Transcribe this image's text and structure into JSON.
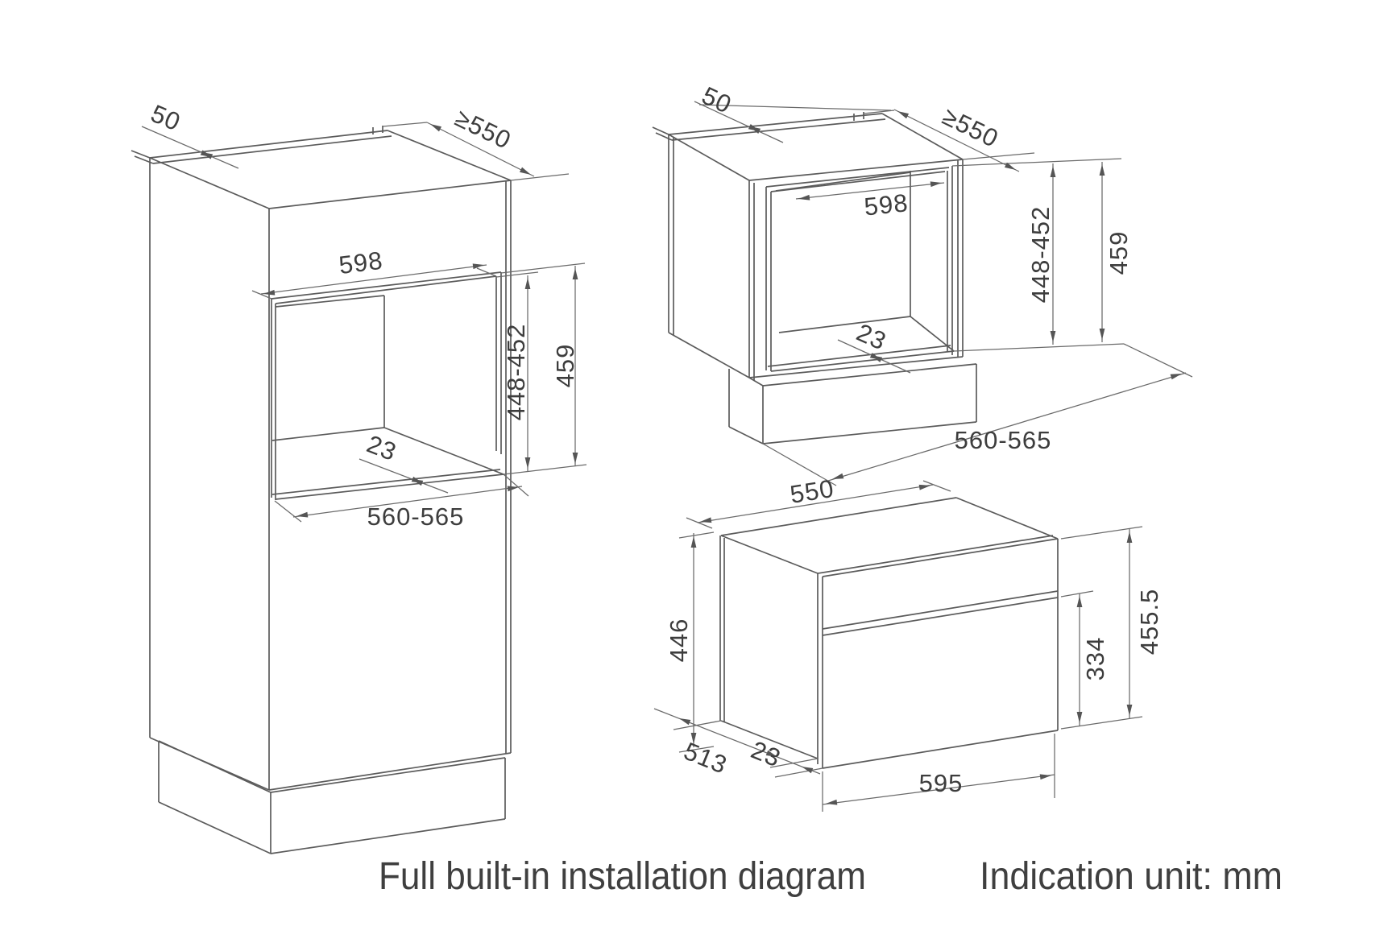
{
  "captions": {
    "title": "Full built-in installation diagram",
    "unit_note": "Indication unit: mm"
  },
  "diagrams": {
    "tall_cabinet": {
      "dims": {
        "rear_strip_depth": "50",
        "min_depth": "≥550",
        "niche_width": "598",
        "niche_height_range": "448-452",
        "opening_height": "459",
        "front_recess": "23",
        "niche_depth_range": "560-565"
      }
    },
    "base_cabinet": {
      "dims": {
        "rear_strip_depth": "50",
        "min_depth": "≥550",
        "niche_width": "598",
        "niche_height_range": "448-452",
        "opening_height": "459",
        "front_recess": "23",
        "niche_depth_range": "560-565"
      }
    },
    "oven": {
      "dims": {
        "top_width": "550",
        "rear_height": "446",
        "depth": "513",
        "door_protrusion": "23",
        "front_width": "595",
        "door_height": "334",
        "overall_height": "455.5"
      }
    }
  }
}
